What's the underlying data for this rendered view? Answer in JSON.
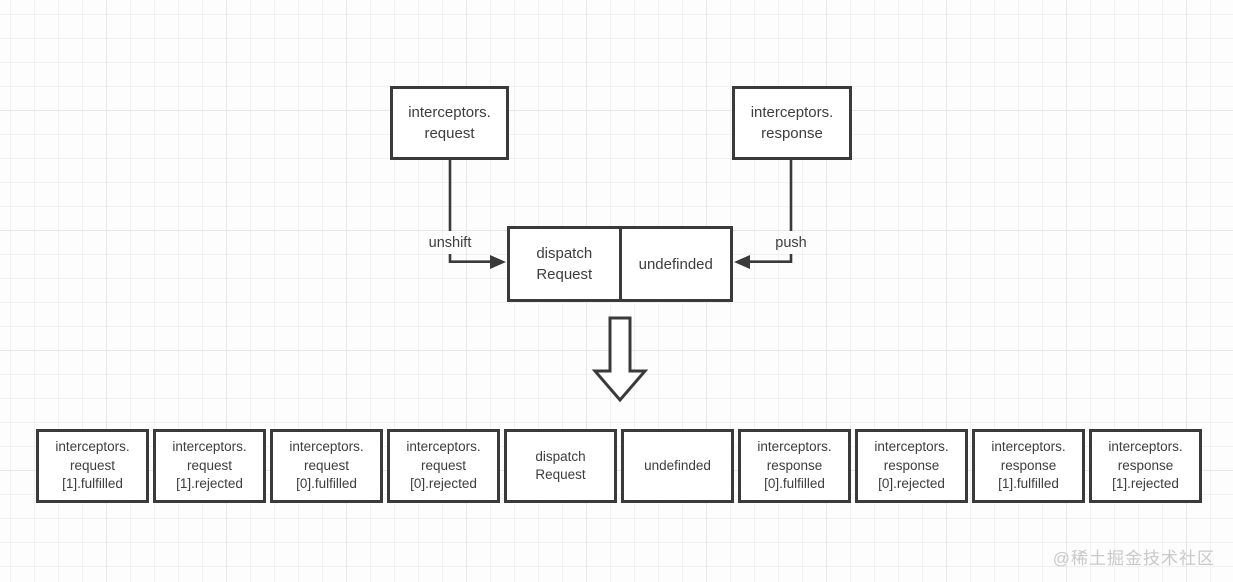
{
  "colors": {
    "line": "#3a3a3a",
    "text": "#3d3d3d",
    "box_background": "#ffffff",
    "grid_fine": "#f1f1f1",
    "grid_coarse": "#e7e7e7",
    "watermark": "#c9c9c9"
  },
  "top_boxes": {
    "request": {
      "label": "interceptors.\nrequest"
    },
    "response": {
      "label": "interceptors.\nresponse"
    }
  },
  "edge_labels": {
    "left": "unshift",
    "right": "push"
  },
  "middle_boxes": {
    "dispatch": {
      "label": "dispatch\nRequest"
    },
    "undefinded": {
      "label": "undefinded"
    }
  },
  "icons": {
    "down_arrow": "big-hollow-down-arrow"
  },
  "bottom_row": [
    "interceptors.\nrequest\n[1].fulfilled",
    "interceptors.\nrequest\n[1].rejected",
    "interceptors.\nrequest\n[0].fulfilled",
    "interceptors.\nrequest\n[0].rejected",
    "dispatch\nRequest",
    "undefinded",
    "interceptors.\nresponse\n[0].fulfilled",
    "interceptors.\nresponse\n[0].rejected",
    "interceptors.\nresponse\n[1].fulfilled",
    "interceptors.\nresponse\n[1].rejected"
  ],
  "watermark": "@稀土掘金技术社区"
}
